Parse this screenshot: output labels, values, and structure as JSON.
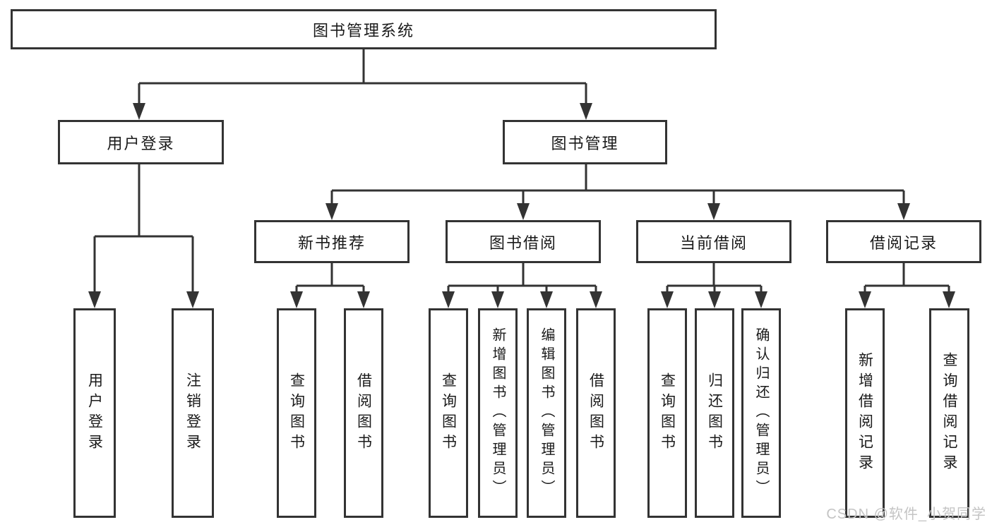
{
  "diagram": {
    "root": {
      "label": "图书管理系统"
    },
    "level2": [
      {
        "label": "用户登录"
      },
      {
        "label": "图书管理"
      }
    ],
    "login_children": [
      {
        "label": "用户登录"
      },
      {
        "label": "注销登录"
      }
    ],
    "groups": [
      {
        "label": "新书推荐",
        "leaves": [
          "查询图书",
          "借阅图书"
        ]
      },
      {
        "label": "图书借阅",
        "leaves": [
          "查询图书",
          "新增图书（管理员）",
          "编辑图书（管理员）",
          "借阅图书"
        ]
      },
      {
        "label": "当前借阅",
        "leaves": [
          "查询图书",
          "归还图书",
          "确认归还（管理员）"
        ]
      },
      {
        "label": "借阅记录",
        "leaves": [
          "新增借阅记录",
          "查询借阅记录"
        ]
      }
    ]
  },
  "watermark": "CSDN @软件_小贺同学",
  "colors": {
    "line": "#333333",
    "box_border": "#333333",
    "text": "#1a1a1a",
    "watermark": "#c4c4c4",
    "background": "#ffffff"
  }
}
